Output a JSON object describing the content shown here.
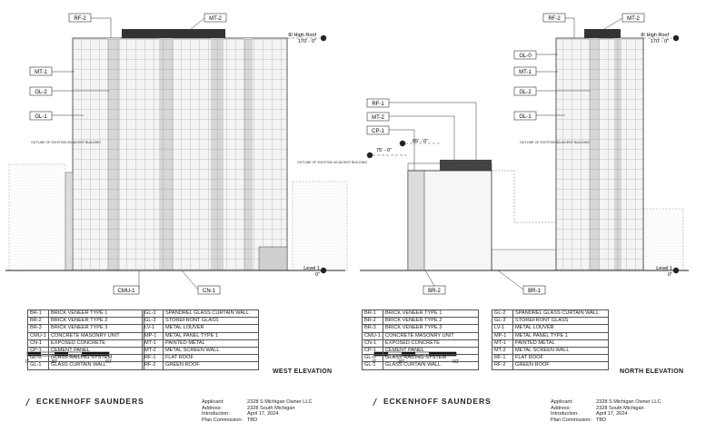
{
  "west": {
    "title": "WEST ELEVATION",
    "tags": {
      "rf2": "RF-2",
      "mt2": "MT-2",
      "mt1": "MT-1",
      "gl2": "GL-2",
      "gl1": "GL-1",
      "cmu1": "CMU-1",
      "cn1": "CN-1"
    },
    "high_roof": "8/ High Roof",
    "high_roof_elev": "170' - 0\"",
    "level1": "Level 1",
    "level1_elev": "0\"",
    "outline_note": "OUTLINE OF EXISTING ADJACENT BUILDING",
    "outline_note_right": "OUTLINE OF EXISTING ADJACENT BUILDING"
  },
  "north": {
    "title": "NORTH ELEVATION",
    "tags": {
      "rf2": "RF-2",
      "mt2": "MT-2",
      "gl0": "GL-0",
      "mt1": "MT-1",
      "gl2": "GL-2",
      "gl1": "GL-1",
      "rf1": "RF-1",
      "mt2b": "MT-2",
      "cp1": "CP-1",
      "br2": "BR-2",
      "br1": "BR-1"
    },
    "high_roof": "8/ High Roof",
    "high_roof_elev": "170' - 0\"",
    "level85": "85' - 0\"",
    "level75": "75' - 0\"",
    "level1": "Level 1",
    "level1_elev": "0\"",
    "outline_note": "OUTLINE OF EXISTING ADJACENT BUILDING"
  },
  "legend_left": [
    {
      "code": "BR-1",
      "desc": "BRICK VENEER TYPE 1"
    },
    {
      "code": "BR-2",
      "desc": "BRICK VENEER TYPE 2"
    },
    {
      "code": "BR-3",
      "desc": "BRICK VENEER TYPE 3"
    },
    {
      "code": "CMU-1",
      "desc": "CONCRETE MASONRY UNIT"
    },
    {
      "code": "CN-1",
      "desc": "EXPOSED CONCRETE"
    },
    {
      "code": "CP-1",
      "desc": "CEMENT PANEL"
    },
    {
      "code": "GL-0",
      "desc": "GLASS RAILING SYSTEM"
    },
    {
      "code": "GL-1",
      "desc": "GLASS CURTAIN WALL"
    }
  ],
  "legend_right": [
    {
      "code": "GL-2",
      "desc": "SPANDREL GLASS CURTAIN WALL"
    },
    {
      "code": "GL-3",
      "desc": "STOREFRONT GLASS"
    },
    {
      "code": "LV-1",
      "desc": "METAL LOUVER"
    },
    {
      "code": "MP-1",
      "desc": "METAL PANEL TYPE 1"
    },
    {
      "code": "MT-1",
      "desc": "PAINTED METAL"
    },
    {
      "code": "MT-2",
      "desc": "METAL SCREEN WALL"
    },
    {
      "code": "RF-1",
      "desc": "FLAT ROOF"
    },
    {
      "code": "RF-2",
      "desc": "GREEN ROOF"
    }
  ],
  "scale": {
    "s0": "0'",
    "s1": "30'",
    "s2": "60'"
  },
  "firm": "ECKENHOFF SAUNDERS",
  "info": {
    "applicant_label": "Applicant:",
    "applicant": "2328 S Michigan Owner LLC",
    "address_label": "Address:",
    "address": "2328 South Michigan",
    "intro_label": "Introduction:",
    "intro": "April 17, 2024",
    "plan_label": "Plan Commission:",
    "plan": "TBD"
  }
}
